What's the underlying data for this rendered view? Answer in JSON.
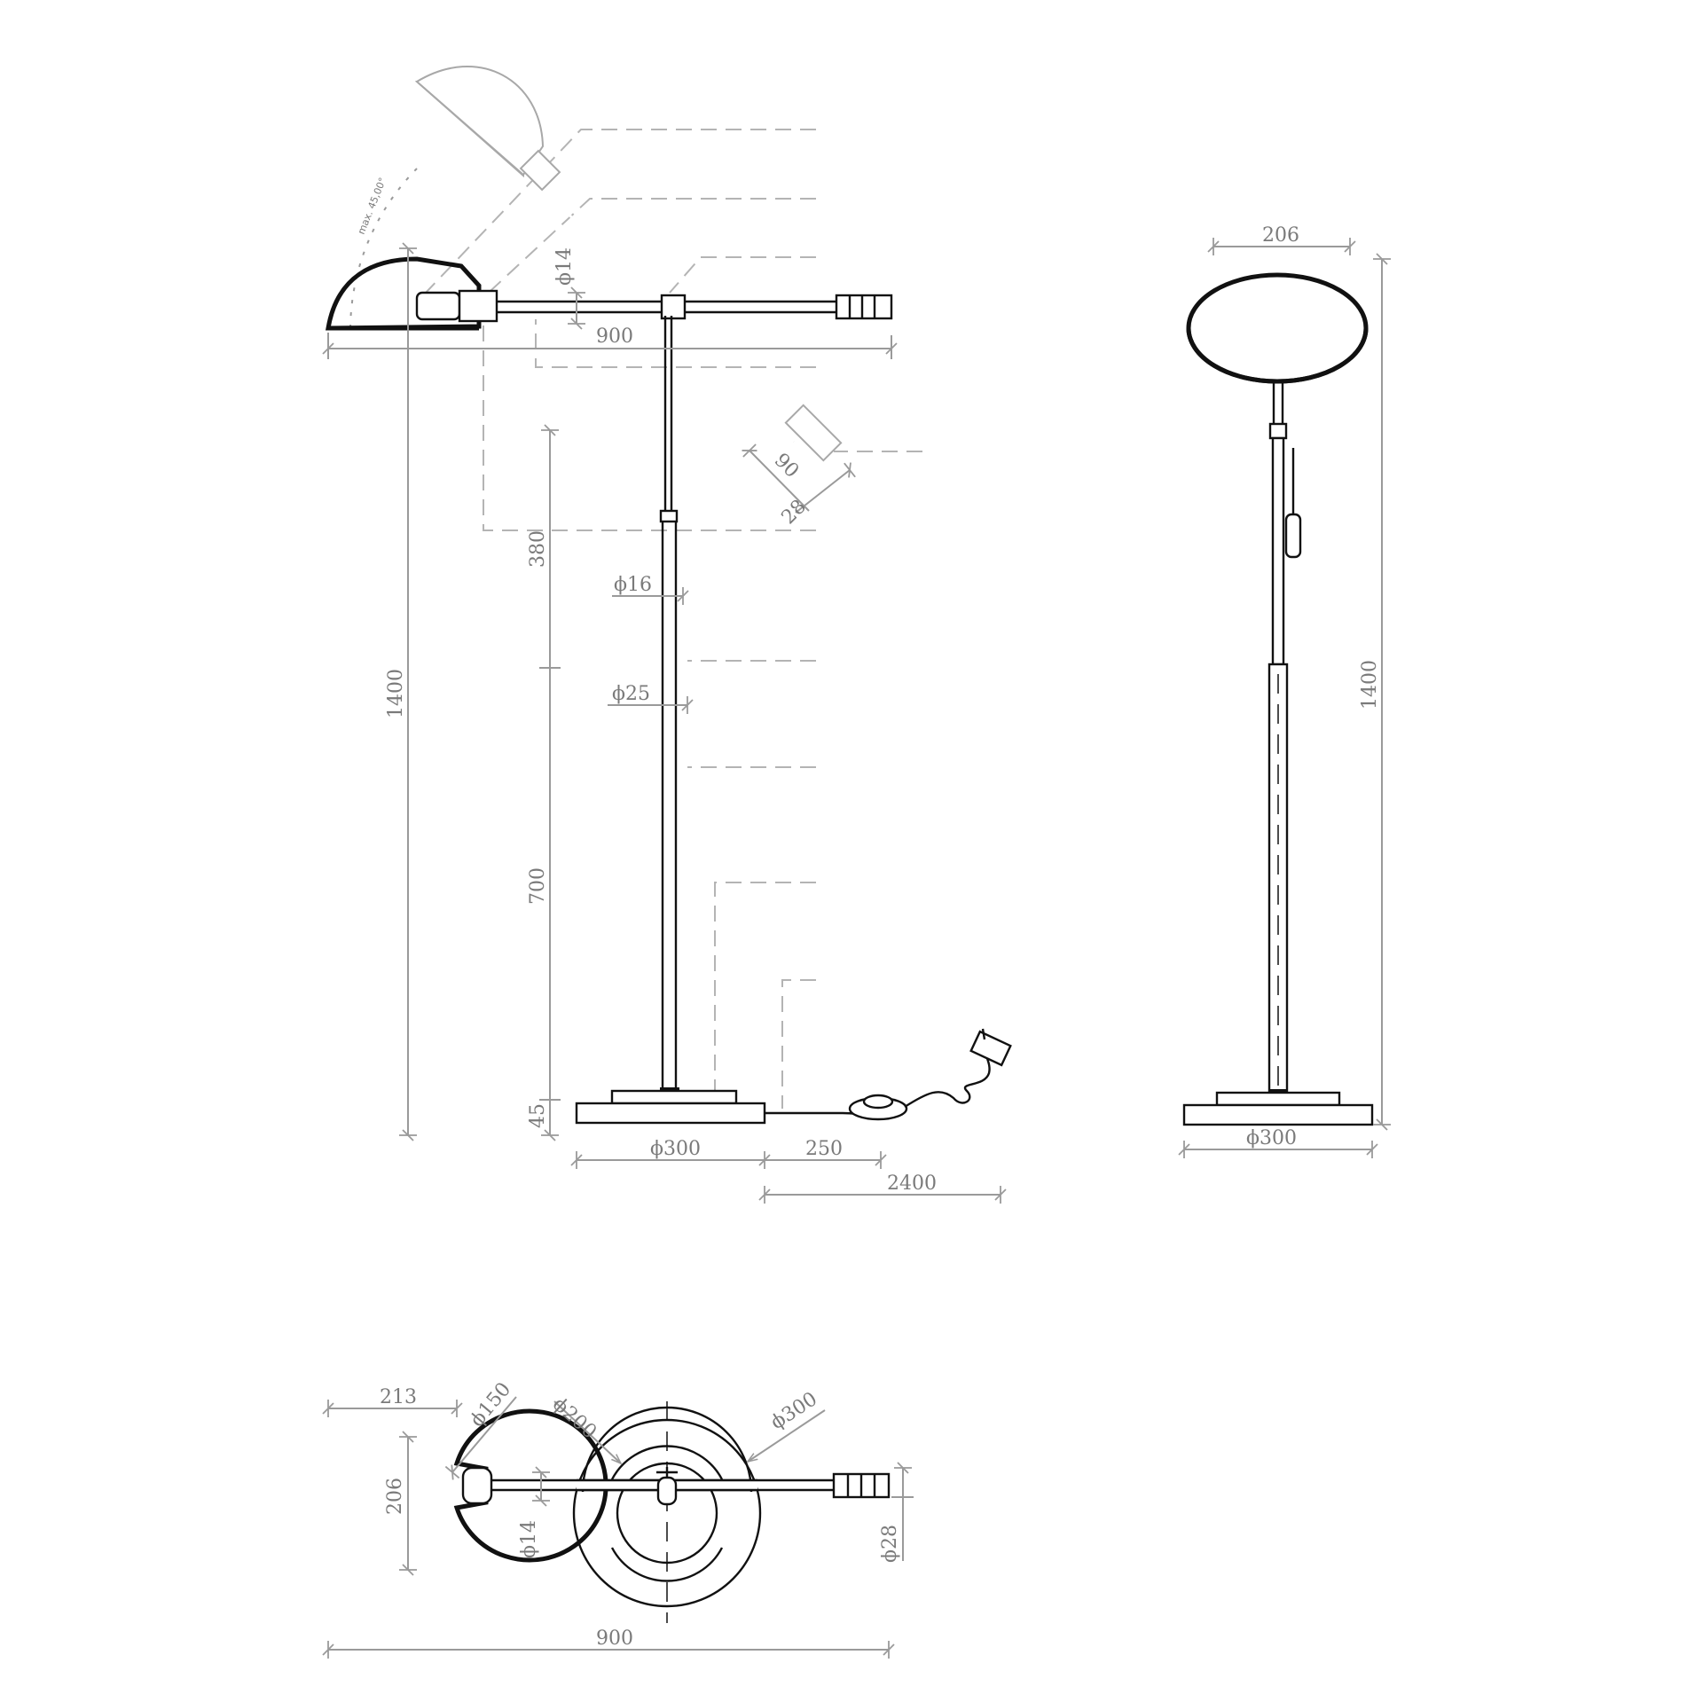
{
  "side_view": {
    "d_stem_top": "ϕ14",
    "arm_length": "900",
    "tilt_angle": "max. 45,00°",
    "counterweight_length": "90",
    "counterweight_dia": "28",
    "total_height": "1400",
    "upper_tube": "380",
    "upper_tube_dia": "ϕ16",
    "lower_tube_dia": "ϕ25",
    "lower_tube": "700",
    "base_height": "45",
    "base_dia": "ϕ300",
    "switch_offset": "250",
    "cable_length": "2400"
  },
  "front_view": {
    "shade_width": "206",
    "total_height": "1400",
    "base_dia": "ϕ300"
  },
  "top_view": {
    "shade_length": "213",
    "shade_width": "206",
    "socket_dia": "ϕ150",
    "inner_ring": "ϕ200",
    "outer_ring": "ϕ300",
    "arm_dia": "ϕ14",
    "weight_dia": "ϕ28",
    "overall_length": "900"
  }
}
